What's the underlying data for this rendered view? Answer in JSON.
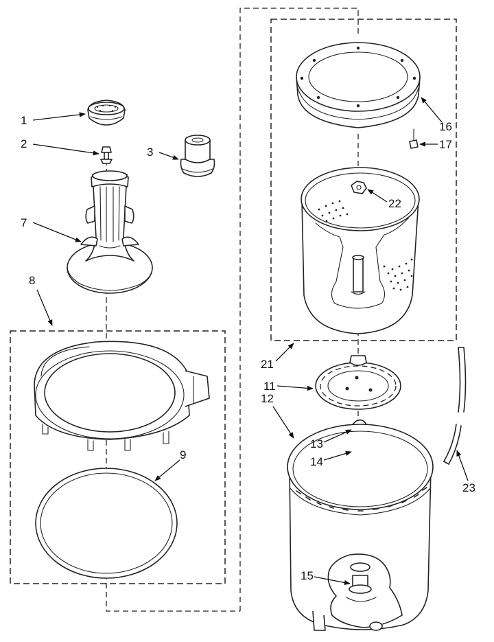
{
  "diagram": {
    "callouts": [
      {
        "id": "1",
        "text": "1"
      },
      {
        "id": "2",
        "text": "2"
      },
      {
        "id": "3",
        "text": "3"
      },
      {
        "id": "7",
        "text": "7"
      },
      {
        "id": "8",
        "text": "8"
      },
      {
        "id": "9",
        "text": "9"
      },
      {
        "id": "11",
        "text": "11"
      },
      {
        "id": "12",
        "text": "12"
      },
      {
        "id": "13",
        "text": "13"
      },
      {
        "id": "14",
        "text": "14"
      },
      {
        "id": "15",
        "text": "15"
      },
      {
        "id": "16",
        "text": "16"
      },
      {
        "id": "17",
        "text": "17"
      },
      {
        "id": "21",
        "text": "21"
      },
      {
        "id": "22",
        "text": "22"
      },
      {
        "id": "23",
        "text": "23"
      }
    ]
  },
  "colors": {
    "line": "#222222",
    "background": "#ffffff"
  }
}
